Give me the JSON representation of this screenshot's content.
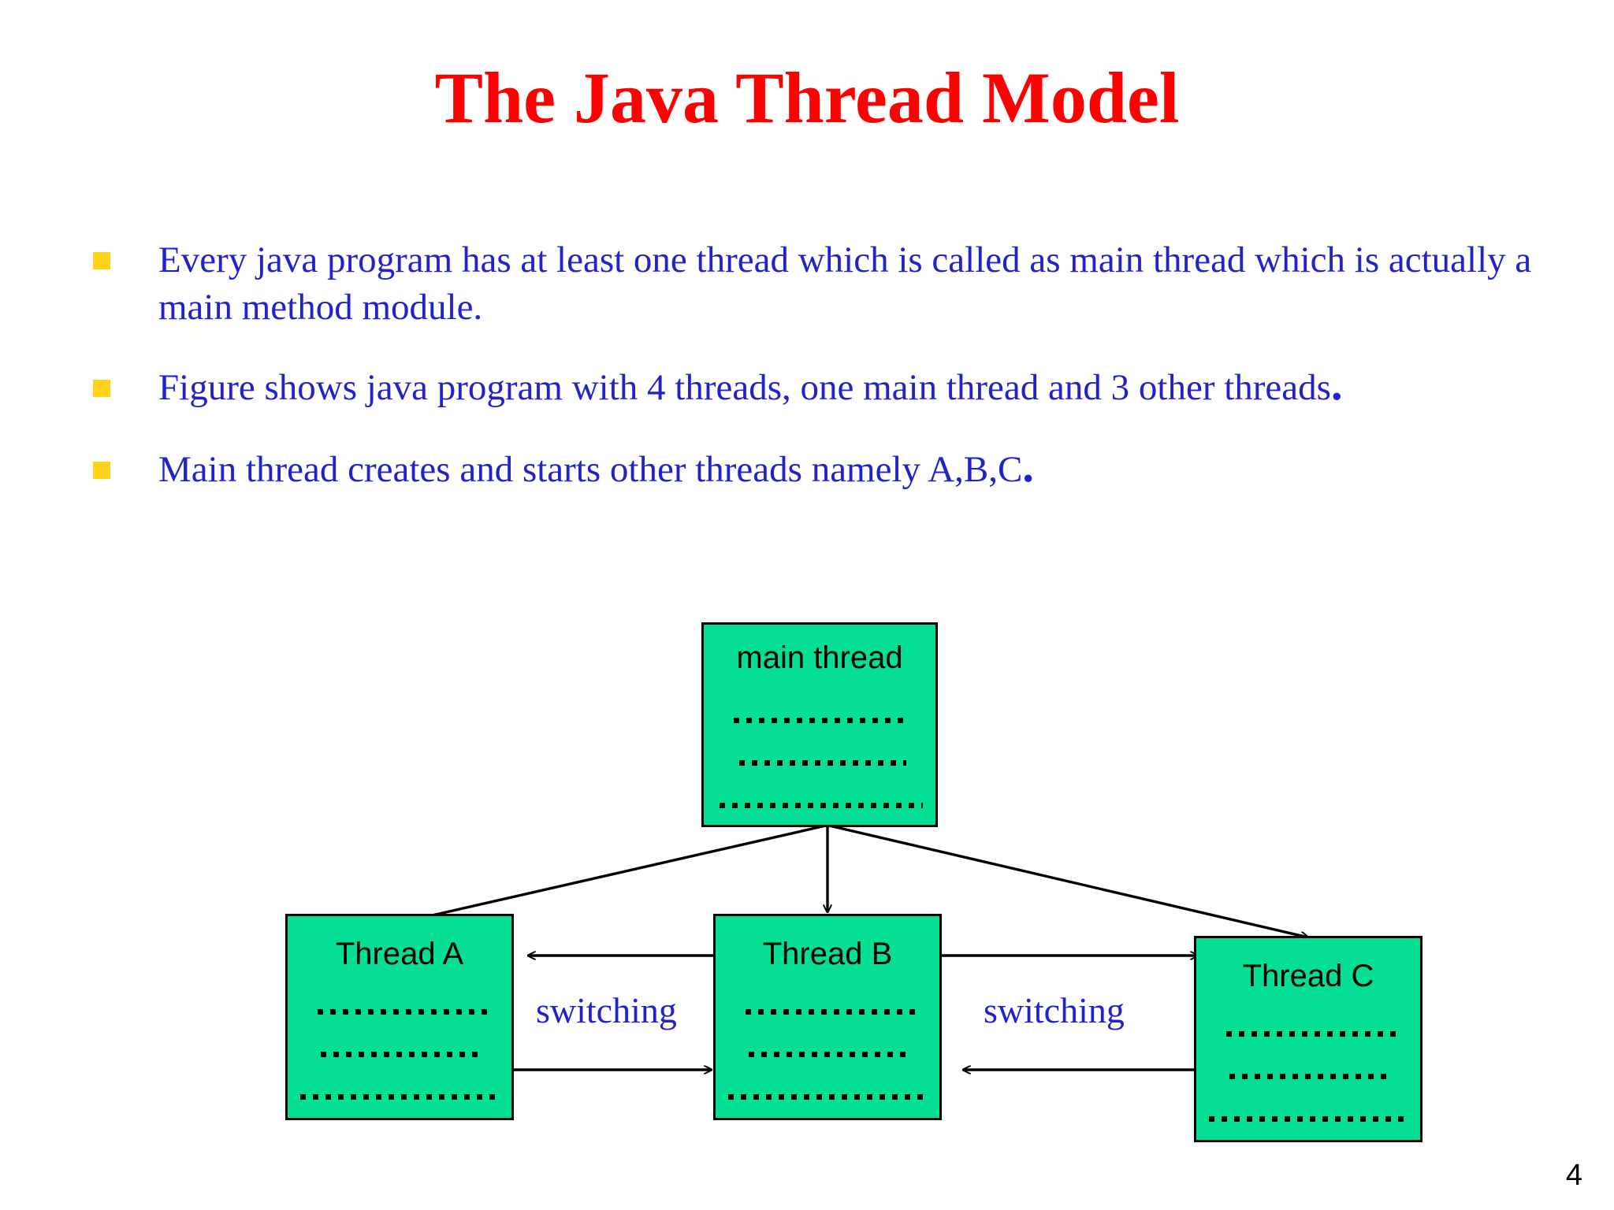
{
  "slide": {
    "title": "The Java Thread Model",
    "page_number": "4",
    "title_color": "#FF0000",
    "body_text_color": "#2222CC",
    "bullet_marker_color": "#FFD21E",
    "box_fill_color": "#05DE96",
    "box_border_color": "#000000"
  },
  "bullets": [
    {
      "marker": "square-bullet",
      "text": "Every java program has at least one thread which is called as main thread which is actually a main method module.",
      "trailing_emphasis": ""
    },
    {
      "marker": "square-bullet",
      "text": "Figure shows java program with 4 threads, one main thread and 3 other threads",
      "trailing_emphasis": "."
    },
    {
      "marker": "square-bullet",
      "text": "Main thread creates and starts other threads namely A,B,C",
      "trailing_emphasis": "."
    }
  ],
  "diagram": {
    "boxes": [
      {
        "id": "main-thread",
        "label": "main thread",
        "dot_rows": 3
      },
      {
        "id": "thread-a",
        "label": "Thread A",
        "dot_rows": 3
      },
      {
        "id": "thread-b",
        "label": "Thread B",
        "dot_rows": 3
      },
      {
        "id": "thread-c",
        "label": "Thread C",
        "dot_rows": 3
      }
    ],
    "labels": [
      {
        "id": "switching-left",
        "text": "switching"
      },
      {
        "id": "switching-right",
        "text": "switching"
      }
    ],
    "arrows": [
      {
        "id": "main-to-a",
        "from": "main-thread",
        "to": "thread-a",
        "direction": "down-left"
      },
      {
        "id": "main-to-b",
        "from": "main-thread",
        "to": "thread-b",
        "direction": "down"
      },
      {
        "id": "main-to-c",
        "from": "main-thread",
        "to": "thread-c",
        "direction": "down-right"
      },
      {
        "id": "b-to-a",
        "from": "thread-b",
        "to": "thread-a",
        "direction": "left"
      },
      {
        "id": "a-to-b",
        "from": "thread-a",
        "to": "thread-b",
        "direction": "right"
      },
      {
        "id": "b-to-c",
        "from": "thread-b",
        "to": "thread-c",
        "direction": "right"
      },
      {
        "id": "c-to-b",
        "from": "thread-c",
        "to": "thread-b",
        "direction": "left"
      }
    ]
  }
}
